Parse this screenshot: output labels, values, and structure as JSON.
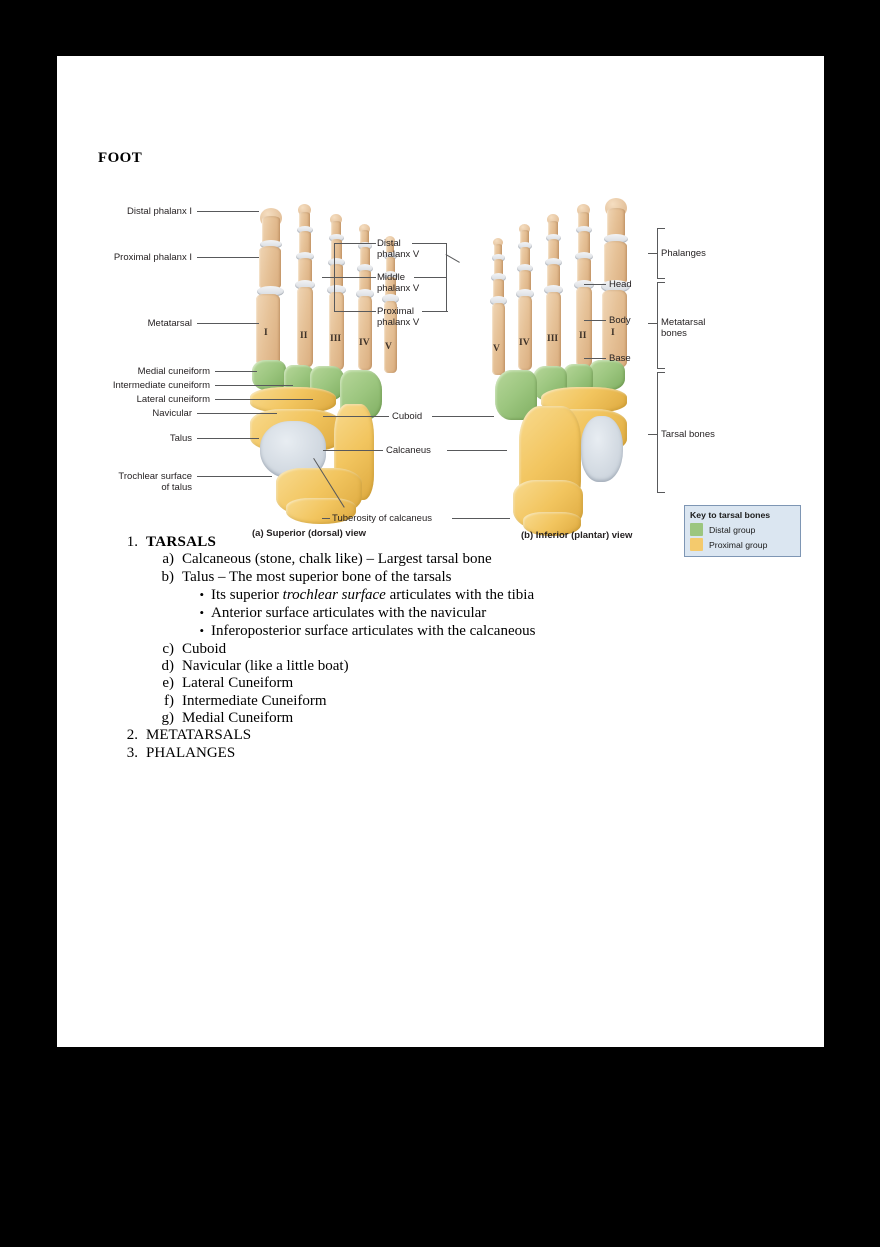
{
  "document": {
    "figure_title": "FOOT"
  },
  "figure": {
    "left_labels": [
      "Distal phalanx I",
      "Proximal phalanx I",
      "Metatarsal",
      "Medial cuneiform",
      "Intermediate cuneiform",
      "Lateral cuneiform",
      "Navicular",
      "Talus",
      "Trochlear surface",
      "of talus"
    ],
    "center_labels": [
      "Distal",
      "phalanx V",
      "Middle",
      "phalanx V",
      "Proximal",
      "phalanx V",
      "Cuboid",
      "Calcaneus",
      "Tuberosity of calcaneus"
    ],
    "right_labels": [
      "Phalanges",
      "Head",
      "Body",
      "Base",
      "Metatarsal",
      "bones",
      "Tarsal bones"
    ],
    "metatarsal_numerals_left": [
      "I",
      "II",
      "III",
      "IV",
      "V"
    ],
    "metatarsal_numerals_right": [
      "V",
      "IV",
      "III",
      "II",
      "I"
    ],
    "captions": {
      "a": "(a) Superior (dorsal) view",
      "b": "(b) Inferior (plantar) view"
    },
    "legend": {
      "title": "Key to tarsal bones",
      "items": [
        {
          "label": "Distal group",
          "color": "#9cc67f"
        },
        {
          "label": "Proximal group",
          "color": "#f4ca6d"
        }
      ]
    }
  },
  "outline": {
    "item1": {
      "marker": "1.",
      "text": "TARSALS",
      "sub": [
        {
          "marker": "a)",
          "text": "Calcaneous (stone, chalk like) – Largest tarsal bone"
        },
        {
          "marker": "b)",
          "text": "Talus – The most superior bone of the tarsals"
        }
      ],
      "bullets": [
        {
          "marker": "•",
          "pre": "Its superior ",
          "em": "trochlear surface",
          "post": " articulates with the tibia"
        },
        {
          "marker": "•",
          "pre": "Anterior surface articulates with the navicular",
          "em": "",
          "post": ""
        },
        {
          "marker": "•",
          "pre": "Inferoposterior surface articulates with the calcaneous",
          "em": "",
          "post": ""
        }
      ],
      "sub2": [
        {
          "marker": "c)",
          "text": "Cuboid"
        },
        {
          "marker": "d)",
          "text": "Navicular (like a little boat)"
        },
        {
          "marker": "e)",
          "text": "Lateral Cuneiform"
        },
        {
          "marker": "f)",
          "text": "Intermediate Cuneiform"
        },
        {
          "marker": "g)",
          "text": "Medial Cuneiform"
        }
      ]
    },
    "item2": {
      "marker": "2.",
      "text": "METATARSALS"
    },
    "item3": {
      "marker": "3.",
      "text": "PHALANGES"
    }
  }
}
